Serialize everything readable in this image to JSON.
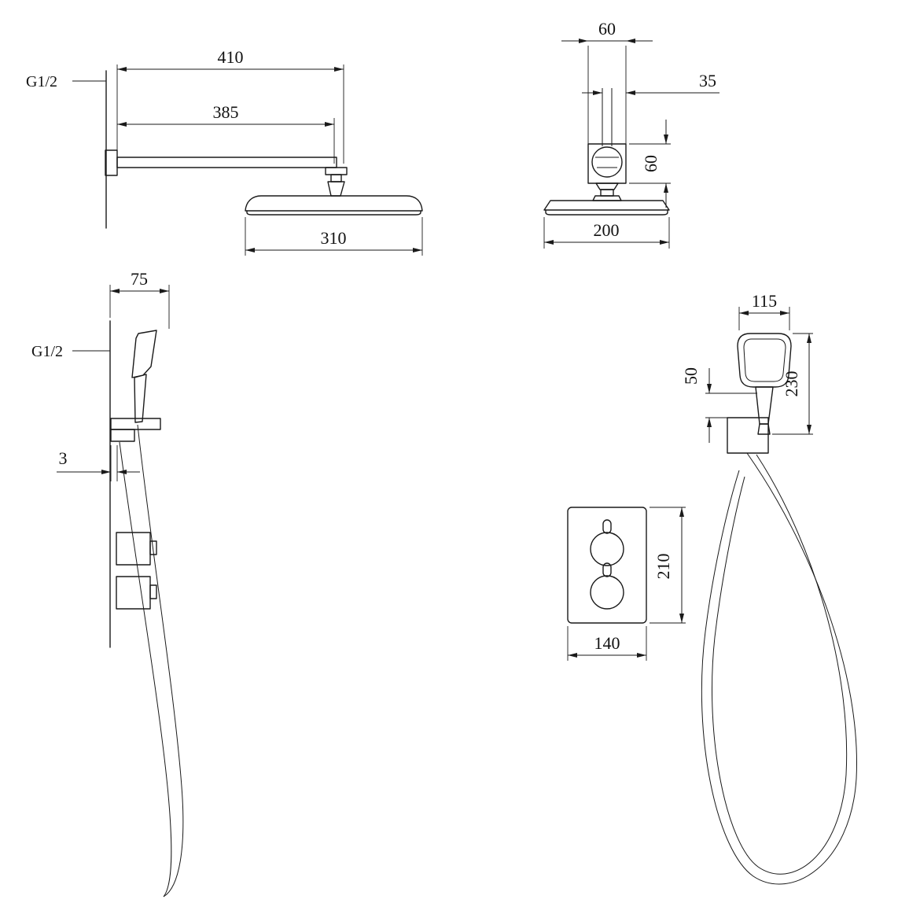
{
  "labels": {
    "thread_top": "G1/2",
    "thread_mid": "G1/2"
  },
  "dimensions": {
    "arm_overall": "410",
    "arm_length": "385",
    "head_side_width": "310",
    "flange_width": "60",
    "arm_offset": "35",
    "flange_height": "60",
    "head_front_width": "200",
    "holder_depth": "75",
    "plate_thickness": "3",
    "hand_head_width": "115",
    "hand_offset": "50",
    "hand_length": "230",
    "valve_height": "210",
    "valve_width": "140"
  },
  "colors": {
    "line": "#1a1a1a",
    "background": "#ffffff"
  }
}
